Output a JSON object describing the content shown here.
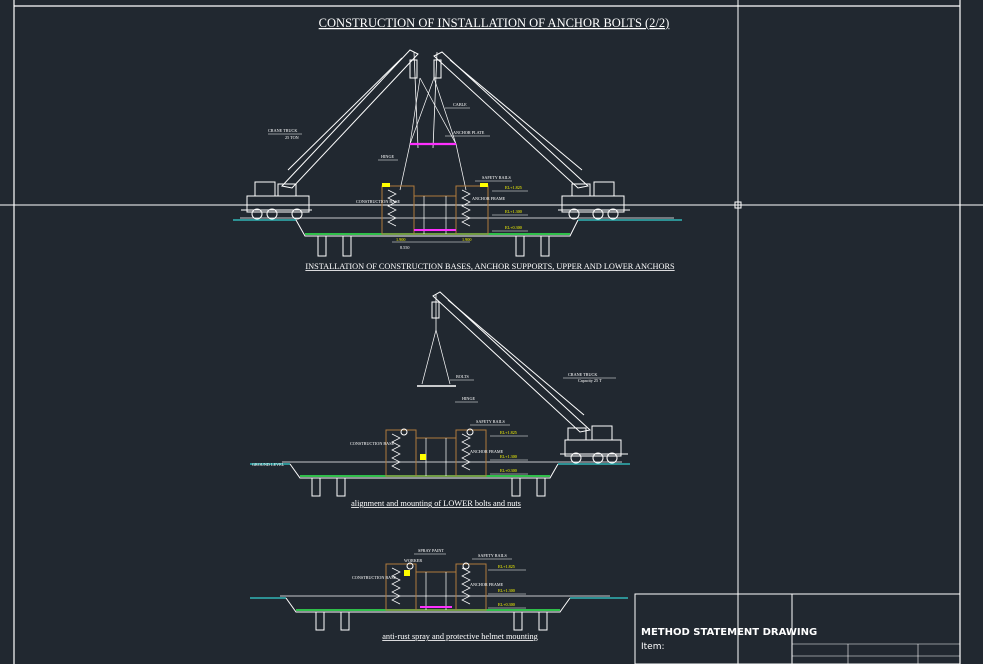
{
  "drawing": {
    "title": "CONSTRUCTION OF INSTALLATION OF ANCHOR BOLTS (2/2)",
    "section1": {
      "caption": "INSTALLATION OF CONSTRUCTION BASES, ANCHOR SUPPORTS, UPPER AND LOWER ANCHORS",
      "labels": {
        "crane_left": "CRANE TRUCK",
        "crane_left_sub": "25 TON",
        "cable": "CABLE",
        "anchor_plate": "ANCHOR PLATE",
        "hinge": "HINGE",
        "safety_rails": "SAFETY RAILS",
        "construction_base": "CONSTRUCTION BASE",
        "anchor_frame": "ANCHOR FRAME",
        "el1": "EL+1.825",
        "el2": "EL+1.300",
        "el3": "EL+0.300",
        "dim1": "1.900",
        "dim2": "1.900",
        "dim_total": "8.550"
      }
    },
    "section2": {
      "caption": "alignment and mounting of LOWER bolts and nuts",
      "labels": {
        "crane": "CRANE TRUCK",
        "crane_sub": "Capacity 25 T",
        "bolts": "BOLTS",
        "hinge": "HINGE",
        "safety_rails": "SAFETY RAILS",
        "construction_base": "CONSTRUCTION BASE",
        "anchor_frame": "ANCHOR FRAME",
        "ground": "GROUND LEVEL",
        "el1": "EL+1.825",
        "el2": "EL+1.300",
        "el3": "EL+0.300"
      }
    },
    "section3": {
      "caption": "anti-rust spray and protective helmet mounting",
      "labels": {
        "spray": "SPRAY PAINT",
        "worker": "WORKER",
        "safety_rails": "SAFETY RAILS",
        "construction_base": "CONSTRUCTION BASE",
        "anchor_frame": "ANCHOR FRAME",
        "el1": "EL+1.825",
        "el2": "EL+1.300",
        "el3": "EL+0.300"
      }
    }
  },
  "title_block": {
    "heading": "METHOD STATEMENT DRAWING",
    "item_label": "Item:"
  },
  "colors": {
    "background": "#212830",
    "line": "#ffffff",
    "ground": "#35d0d0",
    "base_green": "#2fbf4a",
    "anchor_magenta": "#ff30ff",
    "elevation": "#ffff00",
    "frame_brown": "#b07a3c"
  }
}
